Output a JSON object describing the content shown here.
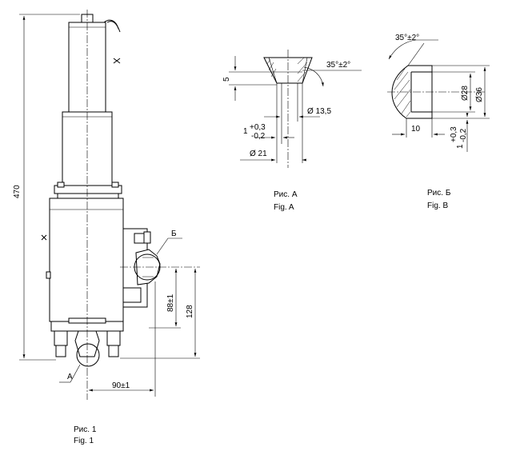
{
  "fig1": {
    "caption_ru": "Рис. 1",
    "caption_en": "Fig. 1",
    "dim_height": "470",
    "dim_88": "88±1",
    "dim_128": "128",
    "dim_90": "90±1",
    "label_a": "А",
    "label_b": "Б"
  },
  "figA": {
    "caption_ru": "Рис. А",
    "caption_en": "Fig. A",
    "dim_angle": "35°±2°",
    "dim_5": "5",
    "dim_d135": "Ø 13,5",
    "dim_tol_upper": "+0,3",
    "dim_tol_base": "1",
    "dim_tol_lower": "-0,2",
    "dim_d21": "Ø 21"
  },
  "figB": {
    "caption_ru": "Рис. Б",
    "caption_en": "Fig. B",
    "dim_angle": "35°±2°",
    "dim_d28": "Ø28",
    "dim_d36": "Ø36",
    "dim_10": "10",
    "dim_tol_upper": "+0,3",
    "dim_tol_base": "1",
    "dim_tol_lower": "-0,2"
  }
}
